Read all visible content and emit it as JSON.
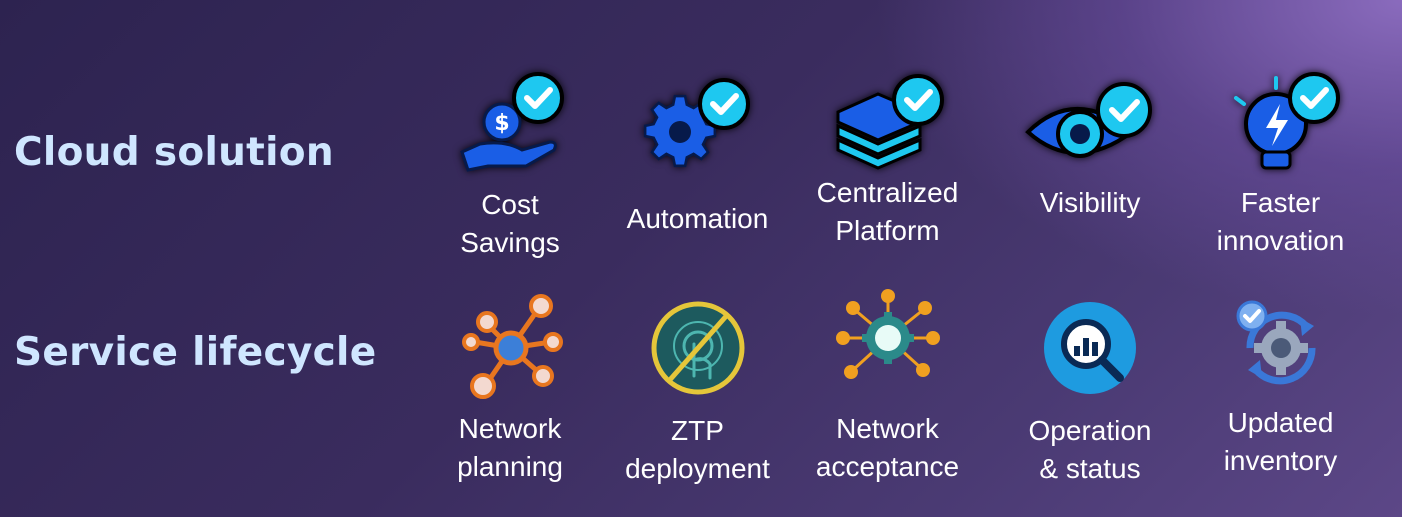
{
  "rows": [
    {
      "title": "Cloud solution",
      "items": [
        {
          "line1": "Cost",
          "line2": "Savings",
          "icon": "hand-dollar-check-icon"
        },
        {
          "line1": "Automation",
          "line2": "",
          "icon": "gear-check-icon"
        },
        {
          "line1": "Centralized",
          "line2": "Platform",
          "icon": "layers-check-icon"
        },
        {
          "line1": "Visibility",
          "line2": "",
          "icon": "eye-check-icon"
        },
        {
          "line1": "Faster",
          "line2": "innovation",
          "icon": "lightbulb-check-icon"
        }
      ]
    },
    {
      "title": "Service lifecycle",
      "items": [
        {
          "line1": "Network",
          "line2": "planning",
          "icon": "network-nodes-icon"
        },
        {
          "line1": "ZTP",
          "line2": "deployment",
          "icon": "no-touch-icon"
        },
        {
          "line1": "Network",
          "line2": "acceptance",
          "icon": "gear-network-icon"
        },
        {
          "line1": "Operation",
          "line2": "& status",
          "icon": "magnifier-chart-icon"
        },
        {
          "line1": "Updated",
          "line2": "inventory",
          "icon": "gear-refresh-icon"
        }
      ]
    }
  ],
  "colors": {
    "title": "#cfe6ff",
    "check_badge": "#1ec8f0",
    "icon_blue": "#1a5ee6"
  }
}
